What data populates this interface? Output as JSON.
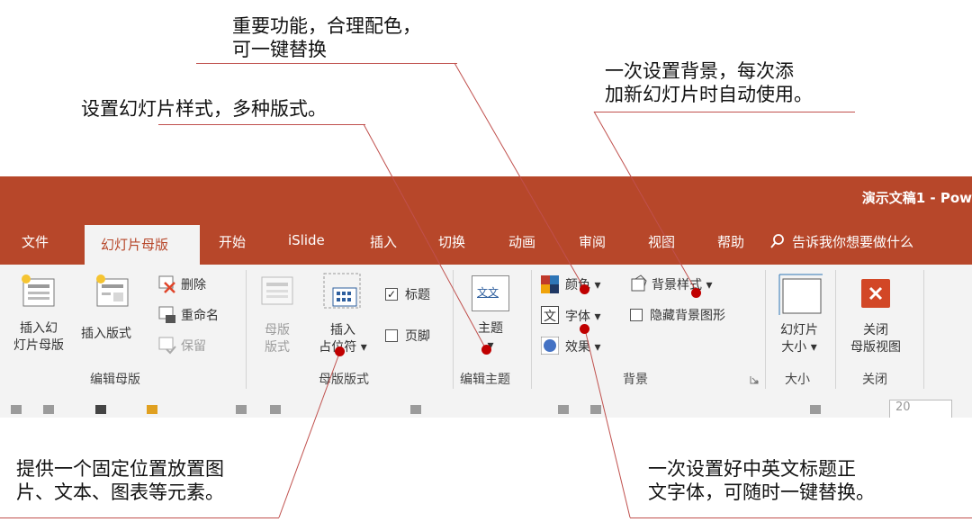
{
  "callouts": {
    "important": "重要功能，合理配色，\n可一键替换",
    "background": "一次设置背景，每次添\n加新幻灯片时自动使用。",
    "style": "设置幻灯片样式，多种版式。",
    "placeholder": "提供一个固定位置放置图\n片、文本、图表等元素。",
    "fonts": "一次设置好中英文标题正\n文字体，可随时一键替换。"
  },
  "titlebar": {
    "doc_title": "演示文稿1  -  Pow"
  },
  "tabs": [
    "文件",
    "幻灯片母版",
    "开始",
    "iSlide",
    "插入",
    "切换",
    "动画",
    "审阅",
    "视图",
    "帮助"
  ],
  "tellme": "告诉我你想要做什么",
  "ribbon": {
    "insert_master": "插入幻\n灯片母版",
    "insert_layout": "插入版式",
    "delete": "删除",
    "rename": "重命名",
    "preserve": "保留",
    "group_edit_master": "编辑母版",
    "master_layout": "母版\n版式",
    "insert_placeholder": "插入\n占位符 ▾",
    "title": "标题",
    "footer": "页脚",
    "group_master_layout": "母版版式",
    "theme": "主题\n▾",
    "theme_icon_text": "文文",
    "group_edit_theme": "编辑主题",
    "colors": "颜色 ▾",
    "fonts": "字体 ▾",
    "fonts_icon_text": "文",
    "effects": "效果 ▾",
    "background_styles": "背景样式 ▾",
    "hide_background": "隐藏背景图形",
    "group_background": "背景",
    "slide_size": "幻灯片\n大小 ▾",
    "group_size": "大小",
    "close_master": "关闭\n母版视图",
    "group_close": "关闭",
    "qat_zoom": "20"
  },
  "colors": {
    "accent": "#b7472a",
    "marker": "#c00000",
    "leader": "#c0504d"
  }
}
